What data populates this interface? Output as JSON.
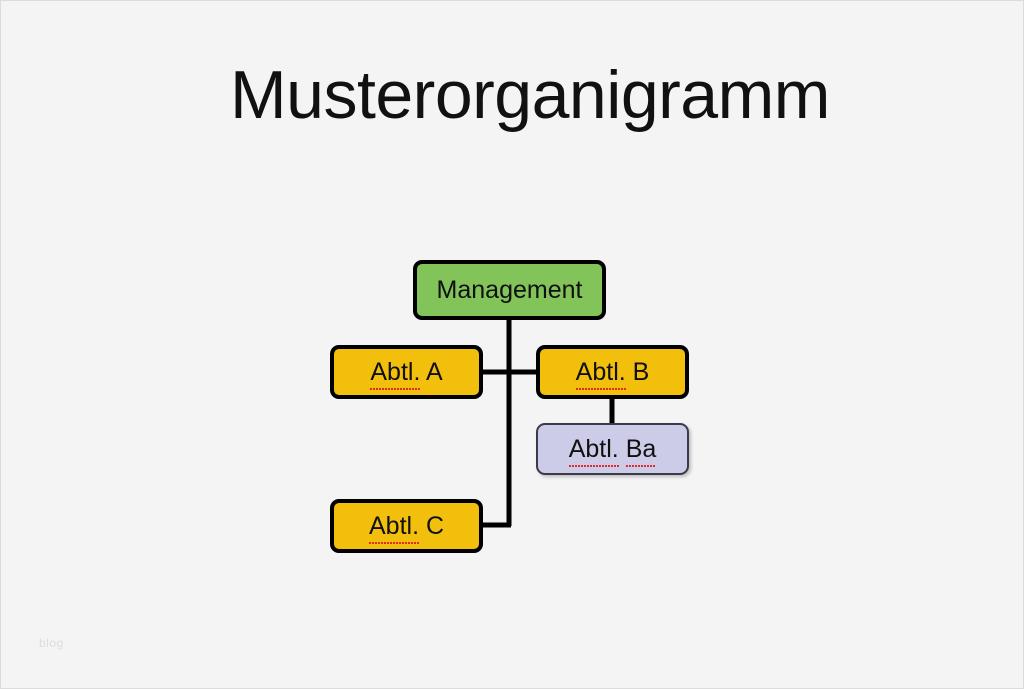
{
  "page": {
    "title": "Musterorganigramm",
    "background_color": "#f4f4f4",
    "watermark": "blog"
  },
  "colors": {
    "management": "#82c35a",
    "department": "#f2c00c",
    "subdepartment": "#ccccE8",
    "border": "#000000",
    "connector": "#000000",
    "spellcheck_underline": "#e02020"
  },
  "chart_data": {
    "type": "diagram",
    "title": "Musterorganigramm",
    "nodes": [
      {
        "id": "management",
        "label": "Management",
        "level": 0,
        "color": "#82c35a",
        "misspelled_parts": []
      },
      {
        "id": "abtl-a",
        "label": "Abtl. A",
        "level": 1,
        "color": "#f2c00c",
        "misspelled_parts": [
          "Abtl."
        ]
      },
      {
        "id": "abtl-b",
        "label": "Abtl. B",
        "level": 1,
        "color": "#f2c00c",
        "misspelled_parts": [
          "Abtl."
        ]
      },
      {
        "id": "abtl-c",
        "label": "Abtl. C",
        "level": 1,
        "color": "#f2c00c",
        "misspelled_parts": [
          "Abtl."
        ]
      },
      {
        "id": "abtl-ba",
        "label": "Abtl. Ba",
        "level": 2,
        "color": "#ccccE8",
        "misspelled_parts": [
          "Abtl.",
          "Ba"
        ]
      }
    ],
    "edges": [
      {
        "from": "management",
        "to": "abtl-a"
      },
      {
        "from": "management",
        "to": "abtl-b"
      },
      {
        "from": "management",
        "to": "abtl-c"
      },
      {
        "from": "abtl-b",
        "to": "abtl-ba"
      }
    ]
  },
  "nodes": {
    "management": {
      "label": "Management"
    },
    "abtl_a": {
      "prefix": "Abtl.",
      "suffix": " A"
    },
    "abtl_b": {
      "prefix": "Abtl.",
      "suffix": " B"
    },
    "abtl_c": {
      "prefix": "Abtl.",
      "suffix": " C"
    },
    "abtl_ba": {
      "prefix": "Abtl.",
      "middle": " ",
      "suffix": "Ba"
    }
  }
}
